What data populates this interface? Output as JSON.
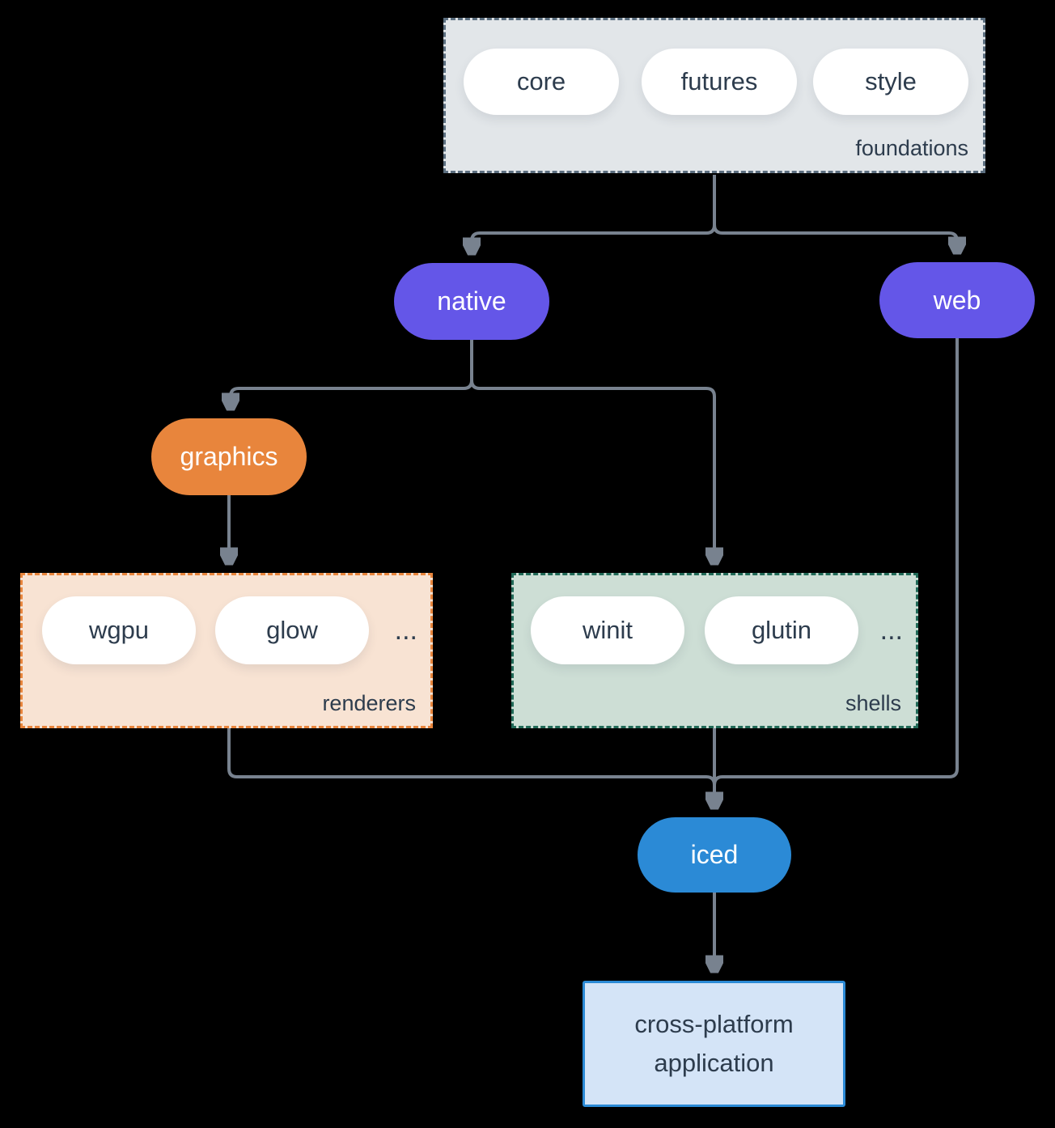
{
  "colors": {
    "background": "#000000",
    "connector": "#78828f",
    "purple_pill": "#6456e8",
    "orange_pill": "#e8853c",
    "blue_pill": "#2b8ad6",
    "foundations_fill": "#e2e6e9",
    "foundations_border": "#5c6f80",
    "renderers_fill": "#f8e3d3",
    "renderers_border": "#e8853c",
    "shells_fill": "#cdded5",
    "shells_border": "#216a58",
    "application_fill": "#d4e4f7",
    "application_border": "#2b8ad6",
    "dark_text": "#2d3c4d",
    "pill_text": "#ffffff"
  },
  "groups": {
    "foundations": {
      "label": "foundations",
      "items": [
        "core",
        "futures",
        "style"
      ]
    },
    "renderers": {
      "label": "renderers",
      "items": [
        "wgpu",
        "glow"
      ],
      "ellipsis": "..."
    },
    "shells": {
      "label": "shells",
      "items": [
        "winit",
        "glutin"
      ],
      "ellipsis": "..."
    }
  },
  "nodes": {
    "native": "native",
    "web": "web",
    "graphics": "graphics",
    "iced": "iced",
    "application": "cross-platform application"
  }
}
